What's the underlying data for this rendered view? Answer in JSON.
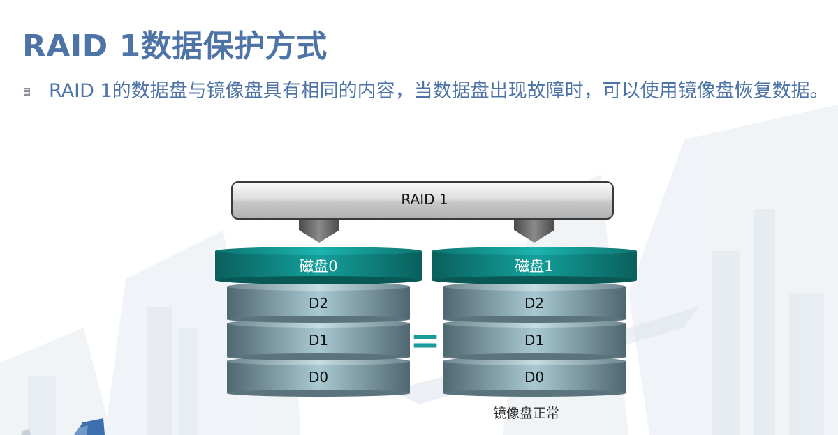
{
  "slide": {
    "title": "RAID 1数据保护方式",
    "bullet": "RAID  1的数据盘与镜像盘具有相同的内容，当数据盘出现故障时，可以使用镜像盘恢复数据。"
  },
  "diagram": {
    "raid_label": "RAID 1",
    "equals_sign": "=",
    "disks": [
      {
        "name": "磁盘0",
        "blocks": [
          "D2",
          "D1",
          "D0"
        ]
      },
      {
        "name": "磁盘1",
        "blocks": [
          "D2",
          "D1",
          "D0"
        ]
      }
    ],
    "mirror_status": "镜像盘正常"
  },
  "colors": {
    "title": "#4e73a6",
    "disk_header": "#0e8a86",
    "block_edge": "#4f6770",
    "block_center": "#a9c9d2",
    "equals": "#1a9a98"
  }
}
